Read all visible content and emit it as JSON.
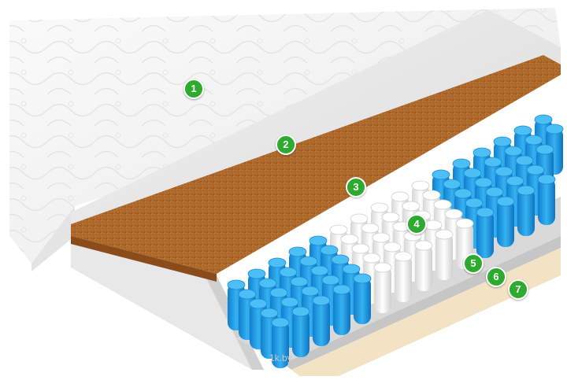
{
  "colors": {
    "marker": "#2eaa2e",
    "quilt_cover": "#f3f3f3",
    "foam_layer": "#e6e6e6",
    "coconut_coir": "#b7702f",
    "spring_blue": "#1e9be3",
    "spring_white": "#f2f2f2",
    "mesh_base": "#d8d8d8",
    "latex_base": "#f2e3c4"
  },
  "layer_markers": [
    "1",
    "2",
    "3",
    "4",
    "5",
    "6",
    "7"
  ],
  "watermark": "1k.by"
}
